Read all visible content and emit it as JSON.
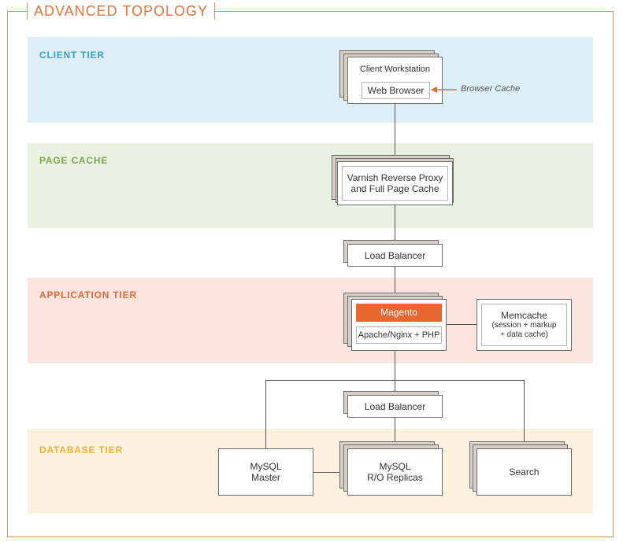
{
  "title": "ADVANCED TOPOLOGY",
  "tiers": {
    "client": "CLIENT TIER",
    "page_cache": "PAGE CACHE",
    "application": "APPLICATION TIER",
    "database": "DATABASE TIER"
  },
  "nodes": {
    "client_workstation": "Client Workstation",
    "web_browser": "Web Browser",
    "browser_cache": "Browser Cache",
    "varnish_line1": "Varnish Reverse Proxy",
    "varnish_line2": "and Full Page Cache",
    "load_balancer_top": "Load Balancer",
    "magento": "Magento",
    "apache": "Apache/Nginx + PHP",
    "memcache_title": "Memcache",
    "memcache_line1": "(session + markup",
    "memcache_line2": "+ data cache)",
    "load_balancer_bottom": "Load Balancer",
    "mysql_master_line1": "MySQL",
    "mysql_master_line2": "Master",
    "mysql_replicas_line1": "MySQL",
    "mysql_replicas_line2": "R/O Replicas",
    "search": "Search"
  },
  "colors": {
    "frame": "#d8935e",
    "client_band": "#deeef7",
    "page_band": "#e8f1e2",
    "app_band": "#fbe5de",
    "db_band": "#fcf1de",
    "magento": "#e8662f",
    "arrow": "#e8662f"
  }
}
